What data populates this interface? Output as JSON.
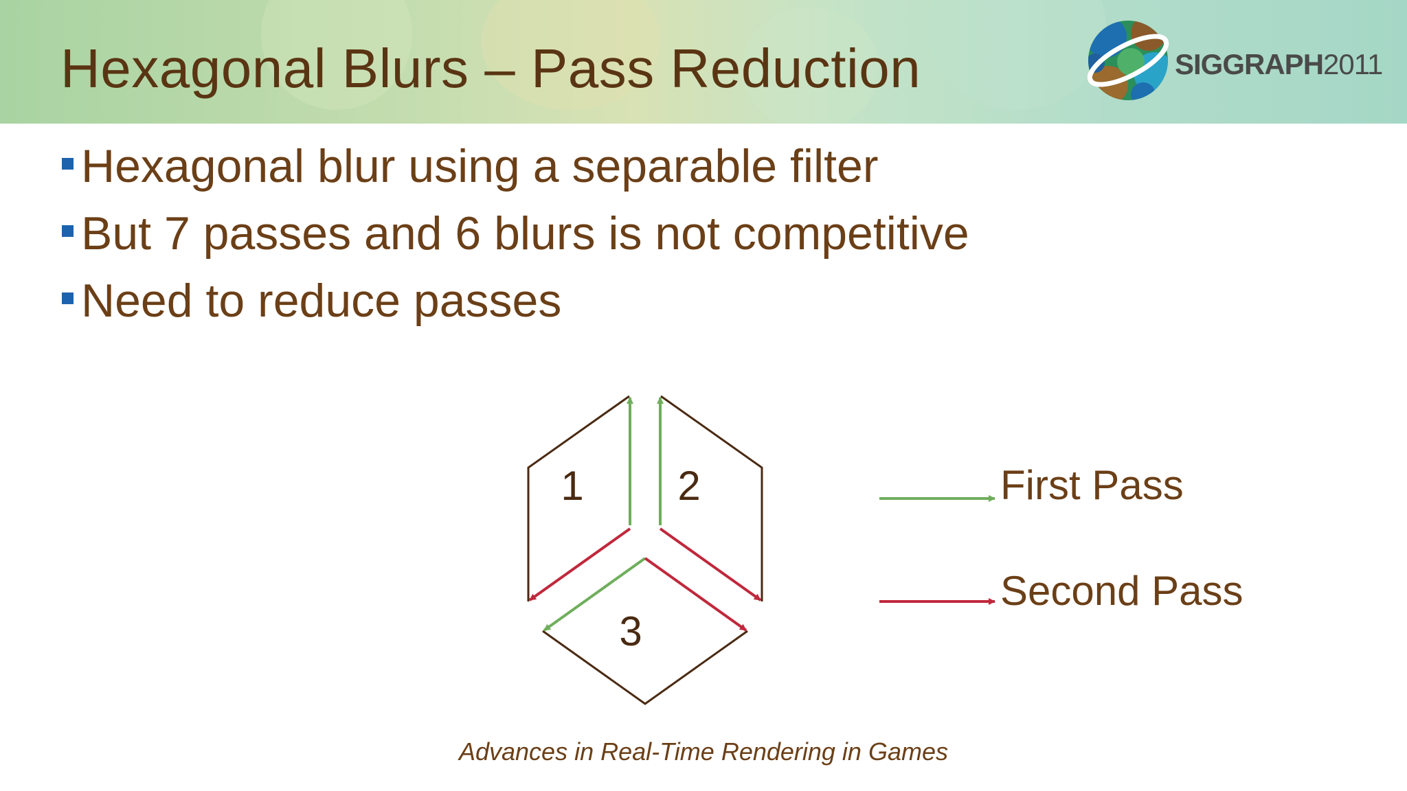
{
  "slide": {
    "title": "Hexagonal Blurs – Pass Reduction",
    "logo": {
      "brand": "SIGGRAPH",
      "year": "2011"
    },
    "bullets": [
      "Hexagonal blur using a separable filter",
      "But 7 passes and 6 blurs is not competitive",
      "Need to reduce passes"
    ],
    "diagram": {
      "region_labels": [
        "1",
        "2",
        "3"
      ],
      "legend": [
        {
          "label": "First Pass",
          "color": "#6fae5c"
        },
        {
          "label": "Second Pass",
          "color": "#c0283c"
        }
      ],
      "outline_color": "#4a2a12"
    },
    "footer": "Advances in Real-Time Rendering in Games"
  },
  "colors": {
    "title_text": "#5a3513",
    "body_text": "#6b3f17",
    "bullet_marker": "#1d62ad"
  }
}
